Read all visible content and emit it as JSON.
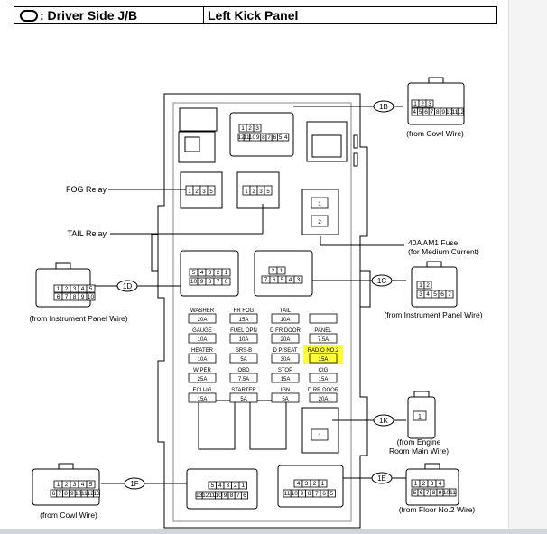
{
  "header": {
    "left_title": ": Driver Side J/B",
    "right_title": "Left Kick Panel"
  },
  "labels": {
    "fog_relay": "FOG Relay",
    "tail_relay": "TAIL Relay",
    "am1_fuse_line1": "40A AM1 Fuse",
    "am1_fuse_line2": "(for Medium Current)"
  },
  "connectors": [
    {
      "code": "1B",
      "caption_lines": [
        "(from Cowl Wire)"
      ]
    },
    {
      "code": "1D",
      "caption_lines": [
        "(from Instrument Panel Wire)"
      ]
    },
    {
      "code": "1C",
      "caption_lines": [
        "(from Instrument Panel Wire)"
      ]
    },
    {
      "code": "1K",
      "caption_lines": [
        "(from Engine",
        "Room Main Wire)"
      ]
    },
    {
      "code": "1F",
      "caption_lines": [
        "(from Cowl Wire)"
      ]
    },
    {
      "code": "1E",
      "caption_lines": [
        "(from Floor No.2 Wire)"
      ]
    }
  ],
  "fuses": [
    {
      "name": "WASHER",
      "amp": "20A"
    },
    {
      "name": "FR FOG",
      "amp": "15A"
    },
    {
      "name": "TAIL",
      "amp": "10A"
    },
    {
      "name": "",
      "amp": ""
    },
    {
      "name": "GAUGE",
      "amp": "10A"
    },
    {
      "name": "FUEL OPN",
      "amp": "10A"
    },
    {
      "name": "D FR DOOR",
      "amp": "20A"
    },
    {
      "name": "PANEL",
      "amp": "7.5A"
    },
    {
      "name": "HEATER",
      "amp": "10A"
    },
    {
      "name": "SRS-B",
      "amp": "5A"
    },
    {
      "name": "D P/SEAT",
      "amp": "30A"
    },
    {
      "name": "RADIO NO.2",
      "amp": "15A",
      "highlight": true
    },
    {
      "name": "WIPER",
      "amp": "25A"
    },
    {
      "name": "OBD",
      "amp": "7.5A"
    },
    {
      "name": "STOP",
      "amp": "15A"
    },
    {
      "name": "CIG",
      "amp": "15A"
    },
    {
      "name": "ECU-IG",
      "amp": "15A"
    },
    {
      "name": "STARTER",
      "amp": "5A"
    },
    {
      "name": "IGN",
      "amp": "5A"
    },
    {
      "name": "D RR DOOR",
      "amp": "20A"
    }
  ],
  "pins": {
    "1B_top": [
      "1",
      "2",
      "3"
    ],
    "1B_bottom": [
      "4",
      "5",
      "6",
      "7",
      "8",
      "9",
      "10",
      "11",
      "12"
    ],
    "1D_top": [
      "1",
      "2",
      "3",
      "4",
      "5"
    ],
    "1D_bottom": [
      "6",
      "7",
      "8",
      "9",
      "10"
    ],
    "1C_top": [
      "1",
      "2"
    ],
    "1C_bottom": [
      "3",
      "4",
      "5",
      "6",
      "7"
    ],
    "1F_top": [
      "1",
      "2",
      "3",
      "4",
      "5"
    ],
    "1F_bottom": [
      "6",
      "7",
      "8",
      "9",
      "10",
      "11",
      "12",
      "13"
    ],
    "1E_top": [
      "1",
      "2",
      "3",
      "4"
    ],
    "1E_bottom": [
      "5",
      "6",
      "7",
      "8",
      "9",
      "10",
      "11"
    ],
    "1K": [
      "1"
    ],
    "jb_1B_top": [
      "1",
      "2",
      "3"
    ],
    "jb_1B_bottom": [
      "12",
      "11",
      "10",
      "9",
      "8",
      "7",
      "6",
      "5",
      "4"
    ],
    "jb_1D_top": [
      "5",
      "4",
      "3",
      "2",
      "1"
    ],
    "jb_1D_bottom": [
      "10",
      "9",
      "8",
      "7",
      "6"
    ],
    "jb_1C_top": [
      "2",
      "1"
    ],
    "jb_1C_bottom": [
      "7",
      "6",
      "5",
      "4",
      "3"
    ],
    "jb_1F_top": [
      "5",
      "4",
      "3",
      "2",
      "1"
    ],
    "jb_1F_bottom": [
      "13",
      "12",
      "11",
      "10",
      "9",
      "8",
      "7",
      "6"
    ],
    "jb_1E_top": [
      "4",
      "3",
      "2",
      "1"
    ],
    "jb_1E_bottom": [
      "11",
      "10",
      "9",
      "8",
      "7",
      "6",
      "5"
    ],
    "am1": [
      "1",
      "2"
    ],
    "fog_relay": [
      "1",
      "2",
      "3",
      "5"
    ],
    "tail_relay": [
      "1",
      "2",
      "3",
      "5"
    ],
    "jb_1K": [
      "1"
    ]
  },
  "colors": {
    "line": "#000000",
    "highlight": "#ffff33"
  }
}
